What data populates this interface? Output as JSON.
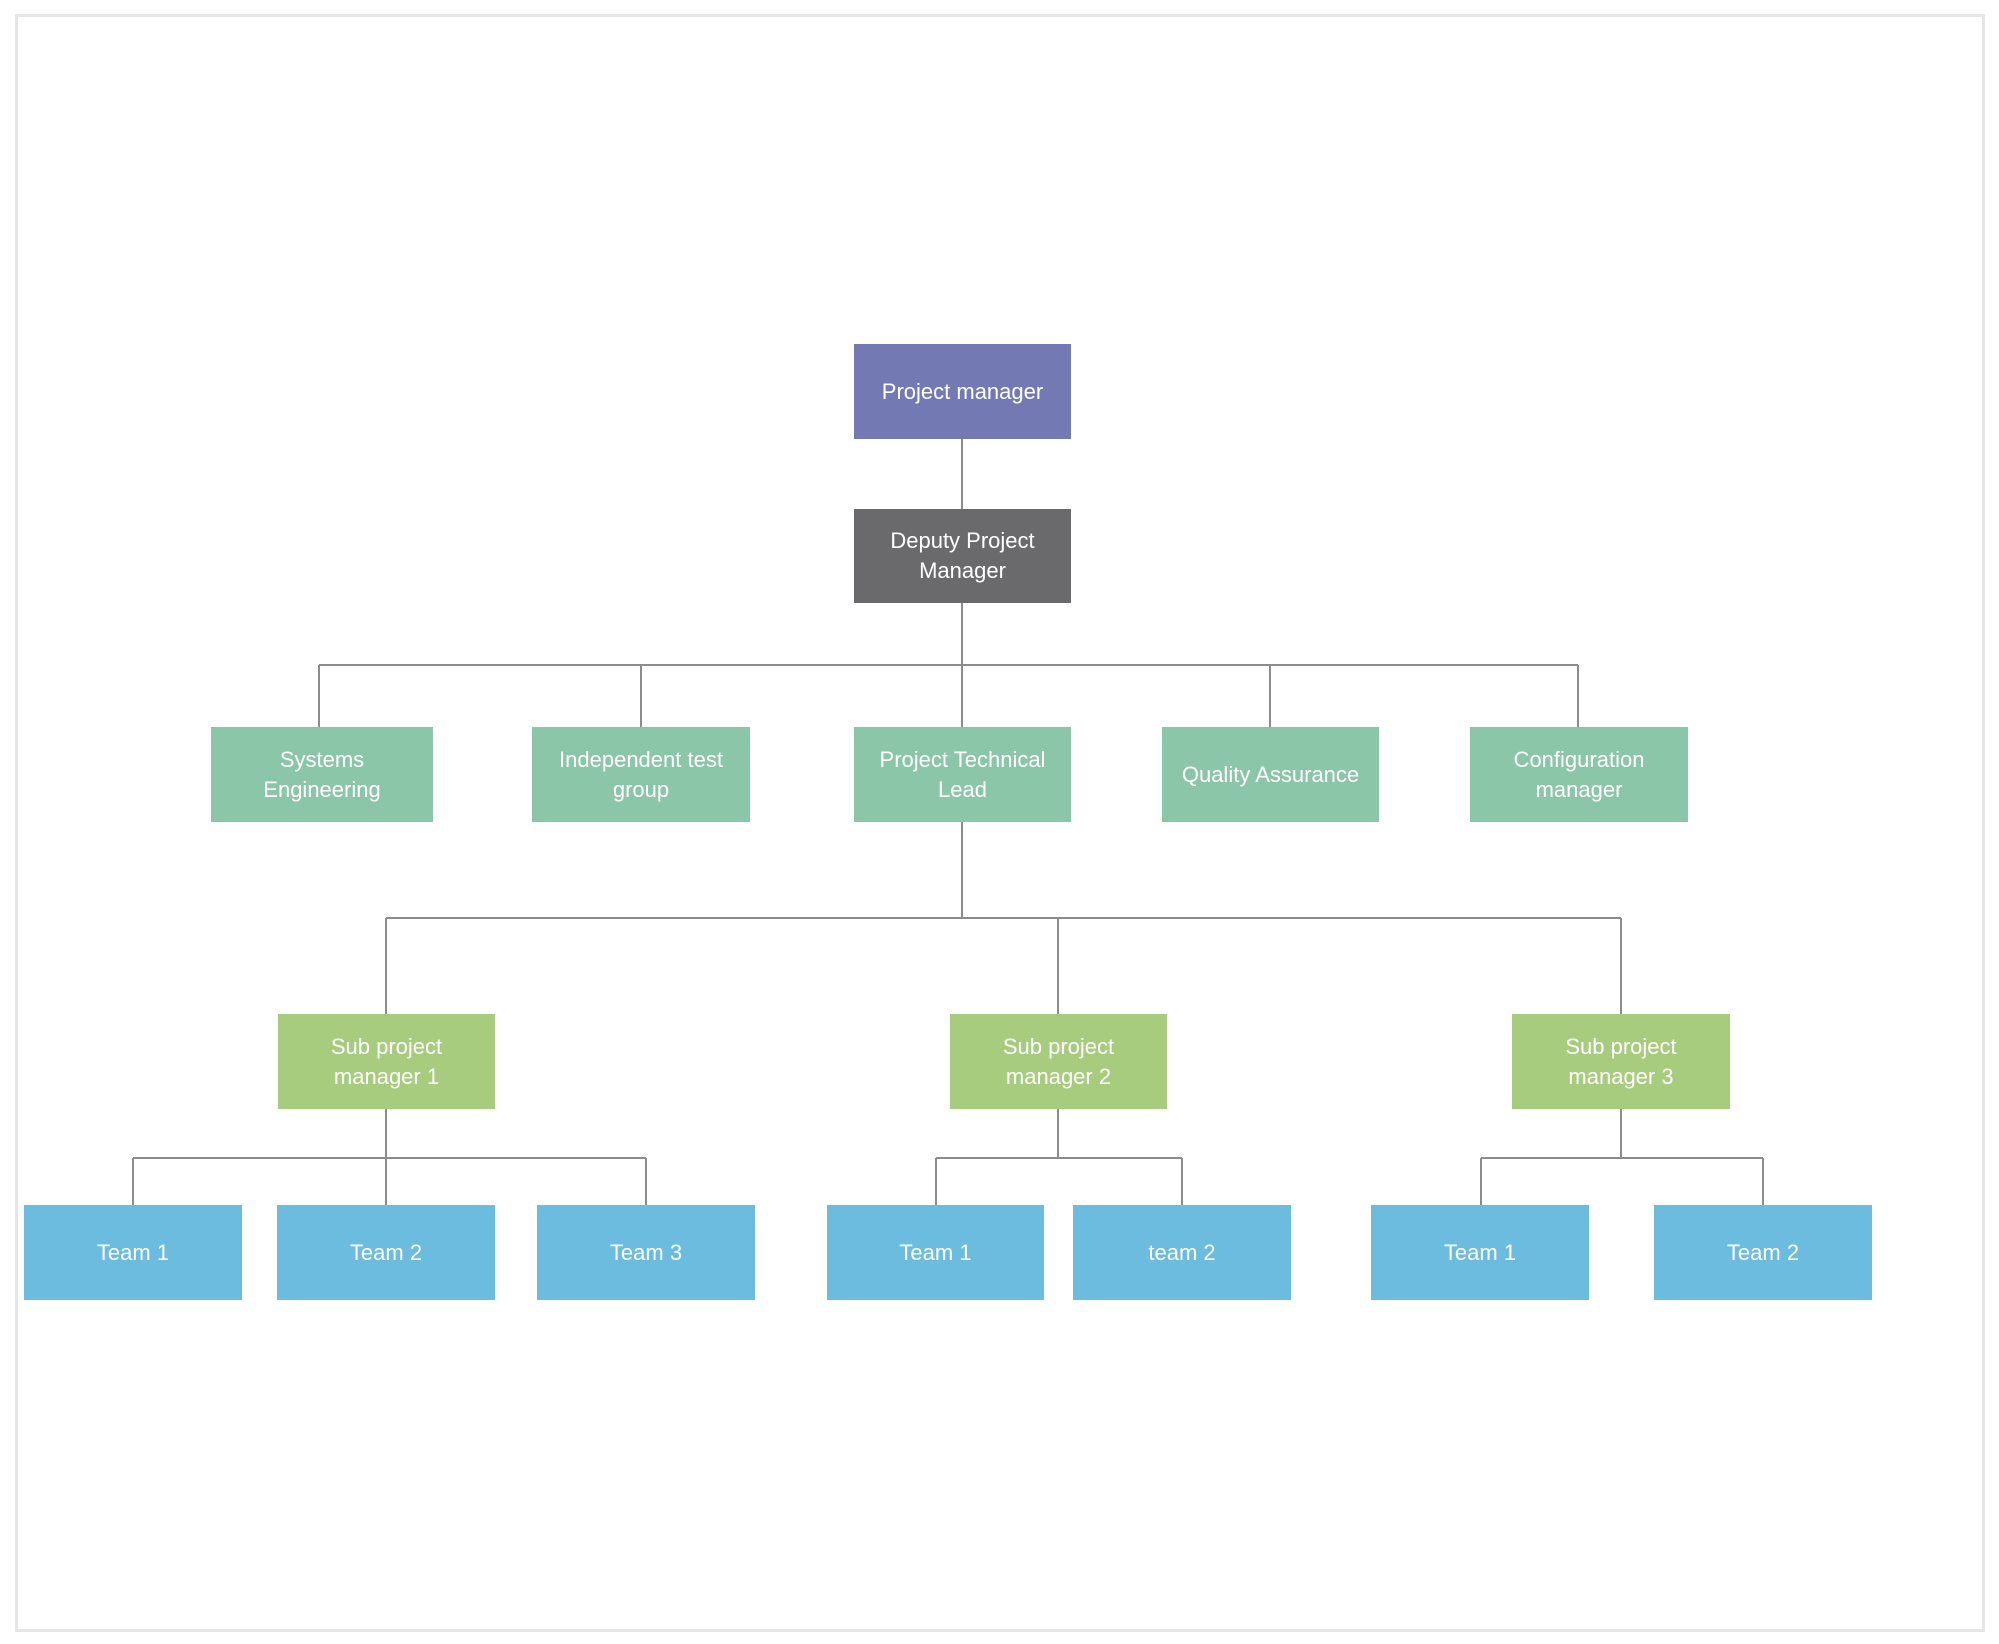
{
  "colors": {
    "root": "#7279b3",
    "deputy": "#6a6a6c",
    "level2": "#8cc6a9",
    "submanager": "#a8cc7e",
    "team": "#6bbcde",
    "connector": "#8c8c8c",
    "frame_border": "#e6e6e6"
  },
  "org_chart": {
    "root": {
      "label": "Project manager"
    },
    "deputy": {
      "label": "Deputy Project Manager"
    },
    "functions": [
      {
        "label": "Systems Engineering"
      },
      {
        "label": "Independent test group"
      },
      {
        "label": "Project Technical Lead"
      },
      {
        "label": "Quality Assurance"
      },
      {
        "label": "Configuration manager"
      }
    ],
    "sub_managers": [
      {
        "label": "Sub project manager 1",
        "teams": [
          {
            "label": "Team 1"
          },
          {
            "label": "Team 2"
          },
          {
            "label": "Team 3"
          }
        ]
      },
      {
        "label": "Sub project manager 2",
        "teams": [
          {
            "label": "Team 1"
          },
          {
            "label": "team 2"
          }
        ]
      },
      {
        "label": "Sub project manager 3",
        "teams": [
          {
            "label": "Team 1"
          },
          {
            "label": "Team 2"
          }
        ]
      }
    ]
  }
}
